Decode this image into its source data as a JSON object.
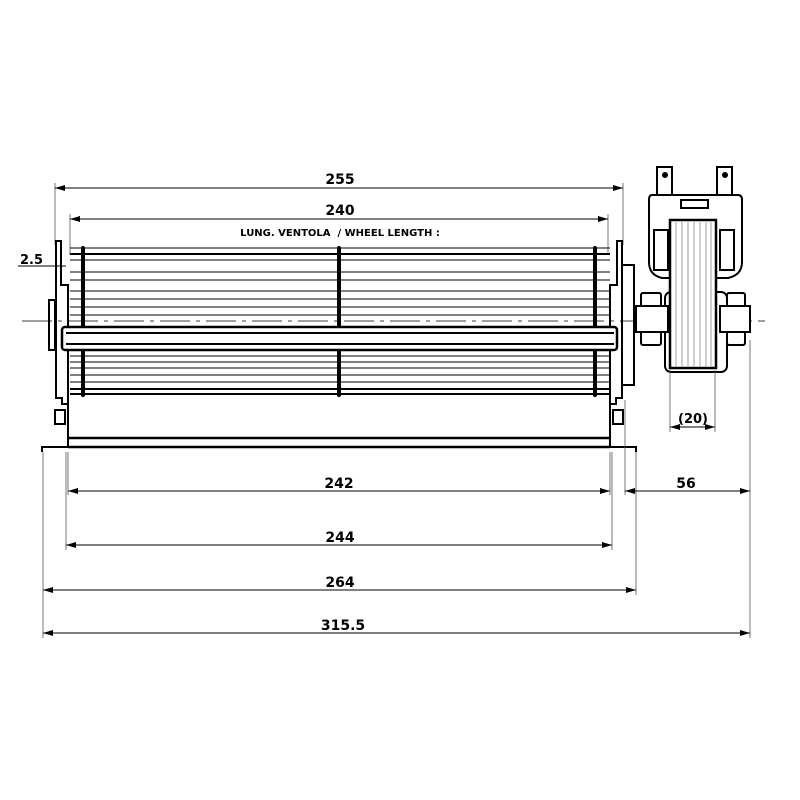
{
  "dimensions": {
    "overall_housing": "255",
    "wheel_length_value": "240",
    "wheel_length_label": "LUNG. VENTOLA  / WHEEL LENGTH :",
    "flange_offset": "2.5",
    "motor_core": "(20)",
    "inner_width": "242",
    "motor_extension": "56",
    "housing_width": "244",
    "base_width": "264",
    "total_length": "315.5"
  }
}
